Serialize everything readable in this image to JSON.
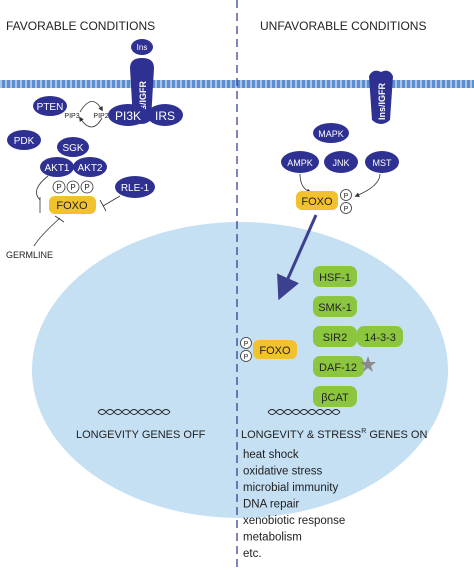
{
  "panels": {
    "favorable_title": "FAVORABLE CONDITIONS",
    "unfavorable_title": "UNFAVORABLE CONDITIONS"
  },
  "receptor": {
    "ligand": "Ins",
    "left_label": "Ins/IGFR",
    "right_label": "Ins/IGFR"
  },
  "favorable": {
    "pten": "PTEN",
    "pip3": "PIP3",
    "pip2": "PIP2",
    "pi3k": "PI3K",
    "irs": "IRS",
    "pdk": "PDK",
    "sgk": "SGK",
    "akt1": "AKT1",
    "akt2": "AKT2",
    "rle1": "RLE-1",
    "phospho": "P",
    "foxo": "FOXO",
    "germline": "GERMLINE",
    "genes_off": "LONGEVITY GENES OFF"
  },
  "unfavorable": {
    "mapk": "MAPK",
    "ampk": "AMPK",
    "jnk": "JNK",
    "mst": "MST",
    "foxo": "FOXO",
    "phospho": "P",
    "nuclear_foxo": "FOXO",
    "hsf1": "HSF-1",
    "smk1": "SMK-1",
    "sir2": "SIR2",
    "p1433": "14-3-3",
    "daf12": "DAF-12",
    "bcat": "βCAT",
    "genes_on_a": "LONGEVITY & STRESS",
    "genes_on_sup": "R",
    "genes_on_b": " GENES ON",
    "gene_list": [
      "heat shock",
      "oxidative stress",
      "microbial immunity",
      "DNA repair",
      "xenobiotic response",
      "metabolism",
      "etc."
    ]
  },
  "colors": {
    "navy": "#2e3192",
    "gold": "#f2c12e",
    "green": "#8cc63f",
    "nucleus": "#c5dff3",
    "membrane": "#5b8fd0",
    "membrane_stripe": "#a9c4e6",
    "arrow": "#3d3f8f",
    "star": "#8a8a8a"
  }
}
